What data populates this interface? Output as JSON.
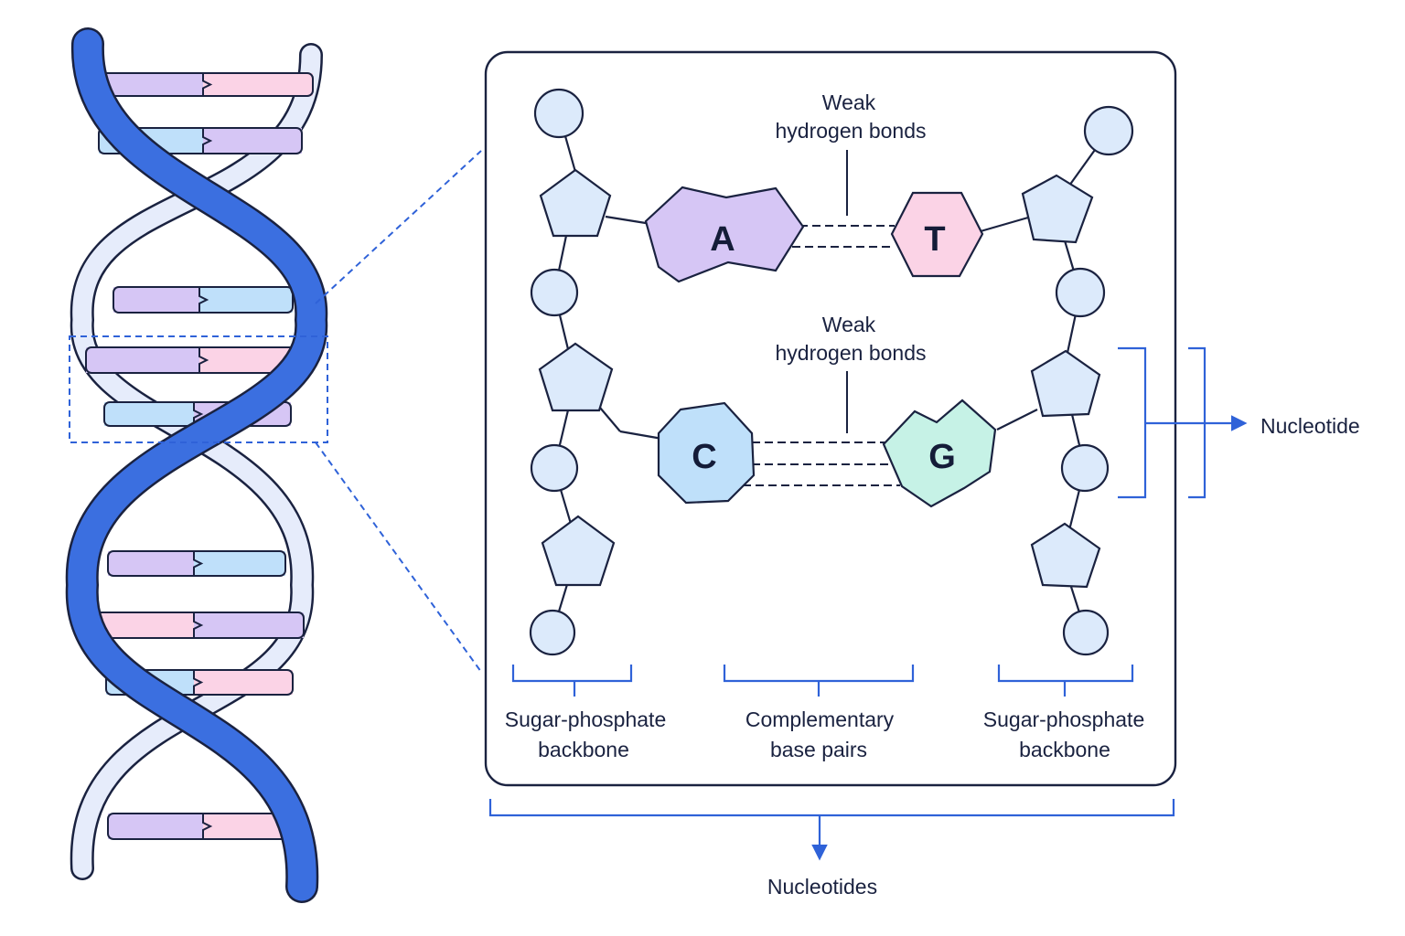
{
  "colors": {
    "ribbon": "#3b6fe0",
    "ribbon_back": "#e6ecfb",
    "outline": "#1a2240",
    "accent": "#2f62d8",
    "purple": "#d6c6f5",
    "pink": "#fbd3e6",
    "light_blue": "#bfe0fa",
    "mint": "#c6f2e6",
    "backbone": "#dceafb"
  },
  "bases": {
    "a": "A",
    "t": "T",
    "c": "C",
    "g": "G"
  },
  "labels": {
    "bond_top": [
      "Weak",
      "hydrogen bonds"
    ],
    "bond_mid": [
      "Weak",
      "hydrogen bonds"
    ],
    "nucleotide": "Nucleotide",
    "backbone_left": [
      "Sugar-phosphate",
      "backbone"
    ],
    "base_pairs": [
      "Complementary",
      "base pairs"
    ],
    "backbone_right": [
      "Sugar-phosphate",
      "backbone"
    ],
    "nucleotides": "Nucleotides"
  }
}
